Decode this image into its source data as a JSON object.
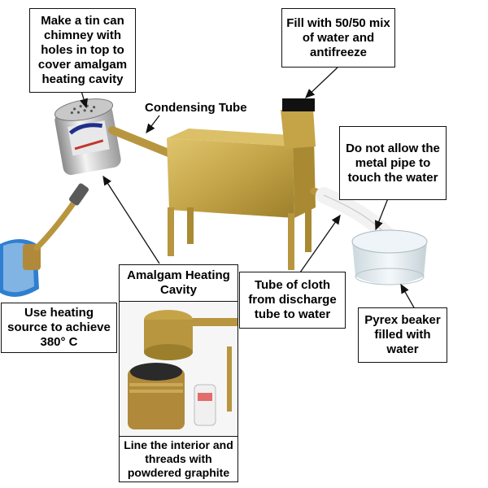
{
  "labels": {
    "chimney": "Make a tin can chimney with holes in top to cover amalgam heating cavity",
    "condensing_tube": "Condensing Tube",
    "fill": "Fill with 50/50 mix of water and antifreeze",
    "do_not_allow": "Do not allow the metal pipe to touch the water",
    "heating_cavity": "Amalgam Heating Cavity",
    "tube_of_cloth": "Tube of cloth from discharge tube to water",
    "use_heating": "Use heating source to achieve 380° C",
    "pyrex": "Pyrex beaker filled with water",
    "line_interior": "Line the interior and threads with powdered graphite"
  },
  "colors": {
    "brass": "#c4a447",
    "brass_dark": "#9c7f2c",
    "brass_light": "#dcc068",
    "torch_blue": "#2f7fd0",
    "cap_black": "#111111",
    "cloth": "#f2f2f2",
    "glass": "#dfe9ee"
  }
}
